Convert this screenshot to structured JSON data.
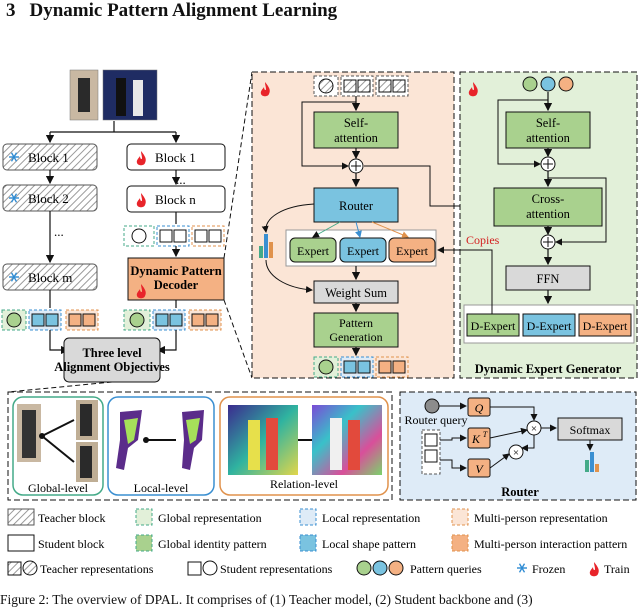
{
  "heading": {
    "number": "3",
    "title": "Dynamic Pattern Alignment Learning"
  },
  "teacher": {
    "blocks": [
      "Block 1",
      "Block 2",
      "Block m"
    ],
    "ellipsis": "..."
  },
  "student": {
    "blocks": [
      "Block 1",
      "Block n"
    ],
    "ellipsis": "..."
  },
  "decoder": {
    "label": "Dynamic Pattern Decoder"
  },
  "alignment": {
    "label": "Three-level Alignment Objectives"
  },
  "decoder_detail": {
    "self_attention": "Self-attention",
    "router": "Router",
    "experts": [
      "Expert",
      "Expert",
      "Expert"
    ],
    "weight_sum": "Weight Sum",
    "pattern_generation": "Pattern Generation"
  },
  "generator": {
    "self_attention": "Self-attention",
    "cross_attention": "Cross-attention",
    "ffn": "FFN",
    "d_experts": [
      "D-Expert",
      "D-Expert",
      "D-Expert"
    ],
    "title": "Dynamic Expert Generator",
    "copies": "Copies"
  },
  "levels": {
    "global": "Global-level",
    "local": "Local-level",
    "relation": "Relation-level"
  },
  "router_detail": {
    "query_label": "Router query",
    "q": "Q",
    "k": "K",
    "k_sup": "T",
    "v": "V",
    "softmax": "Softmax",
    "title": "Router",
    "times": "×"
  },
  "legend": [
    "Teacher block",
    "Global representation",
    "Local representation",
    "Multi-person representation",
    "Student block",
    "Global identity pattern",
    "Local shape pattern",
    "Multi-person interaction pattern",
    "Teacher representations",
    "Student representations",
    "Pattern queries",
    "Frozen",
    "Train"
  ],
  "caption": "Figure 2: The overview of DPAL. It comprises of (1) Teacher model, (2) Student backbone and (3)",
  "colors": {
    "decoder_panel": "#fbe5d6",
    "generator_panel": "#e2f0d9",
    "router_panel": "#deebf7",
    "green_block": "#a9d18e",
    "blue_block": "#7ac3e0",
    "orange_block": "#f4b183",
    "gray_block": "#d9d9d9",
    "fire": "#e8242a",
    "frozen": "#2e8bd3",
    "copies_text": "#d42020"
  },
  "icons": [
    "snowflake-icon",
    "fire-icon",
    "circle-plus-icon",
    "circle-times-icon",
    "histogram-icon"
  ]
}
